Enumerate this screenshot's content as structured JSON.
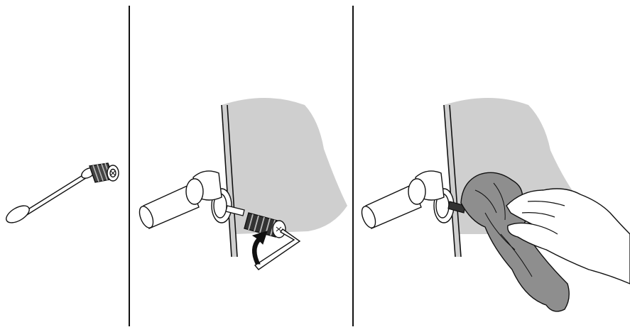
{
  "figure": {
    "background": "#ffffff",
    "ink": "#111111",
    "door_fill": "#cfcfcf",
    "cloth_fill": "#8e8e8e",
    "panels": [
      {
        "id": "panel-1",
        "depicts": "cotton-swab-and-screw"
      },
      {
        "id": "panel-2",
        "depicts": "hex-key-removing-screw-from-door-lever"
      },
      {
        "id": "panel-3",
        "depicts": "hand-wiping-lever-with-cloth"
      }
    ]
  }
}
